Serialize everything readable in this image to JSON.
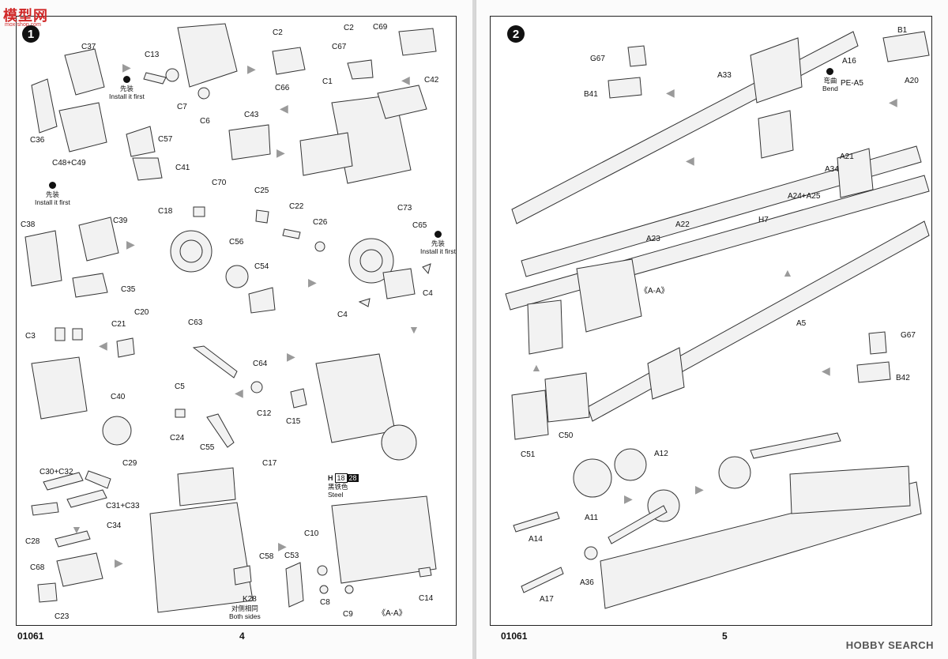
{
  "logo": {
    "main": "模型网",
    "sub": "mox-shop.com"
  },
  "left": {
    "step": "1",
    "code": "01061",
    "page_number": "4",
    "notes": {
      "install1": {
        "cn": "先装",
        "en": "Install it first"
      },
      "install2": {
        "cn": "先装",
        "en": "Install it first"
      },
      "install3": {
        "cn": "先装",
        "en": "Install it first"
      },
      "steel": {
        "code": "H",
        "n1": "18",
        "n2": "28",
        "cn": "黑铁色",
        "en": "Steel"
      },
      "both": {
        "cn": "对侧相同",
        "en": "Both sides"
      },
      "aa": "《A-A》"
    },
    "labels": {
      "c37": "C37",
      "c13": "C13",
      "c7": "C7",
      "c6": "C6",
      "c2a": "C2",
      "c2b": "C2",
      "c67": "C67",
      "c66": "C66",
      "c69": "C69",
      "c42": "C42",
      "c1": "C1",
      "c36": "C36",
      "c57": "C57",
      "c48c49": "C48+C49",
      "c41": "C41",
      "c43": "C43",
      "c70": "C70",
      "c38": "C38",
      "c39": "C39",
      "c35": "C35",
      "c18": "C18",
      "c56": "C56",
      "c54": "C54",
      "c25": "C25",
      "c22": "C22",
      "c26": "C26",
      "c73": "C73",
      "c65": "C65",
      "c4a": "C4",
      "c4b": "C4",
      "c3": "C3",
      "c21": "C21",
      "c20": "C20",
      "c40": "C40",
      "c63": "C63",
      "c5": "C5",
      "c64": "C64",
      "c12": "C12",
      "c15": "C15",
      "c24": "C24",
      "c55": "C55",
      "c17": "C17",
      "c30c32": "C30+C32",
      "c29": "C29",
      "c31c33": "C31+C33",
      "c28": "C28",
      "c34": "C34",
      "c68": "C68",
      "c23": "C23",
      "c58": "C58",
      "k28": "K28",
      "c10": "C10",
      "c53": "C53",
      "c8": "C8",
      "c9": "C9",
      "c14": "C14"
    }
  },
  "right": {
    "step": "2",
    "code": "01061",
    "page_number": "5",
    "notes": {
      "bend": {
        "cn": "弯曲",
        "en": "Bend"
      },
      "aa": "《A-A》"
    },
    "labels": {
      "b1": "B1",
      "g67a": "G67",
      "a16": "A16",
      "a20": "A20",
      "a33": "A33",
      "b41": "B41",
      "pea5": "PE-A5",
      "a21": "A21",
      "a34": "A34",
      "a24a25": "A24+A25",
      "a22": "A22",
      "h7": "H7",
      "a23": "A23",
      "a5": "A5",
      "g67b": "G67",
      "b42": "B42",
      "c50": "C50",
      "c51": "C51",
      "a12": "A12",
      "a11": "A11",
      "a14": "A14",
      "a36": "A36",
      "a17": "A17"
    },
    "watermark": "HOBBY SEARCH"
  }
}
